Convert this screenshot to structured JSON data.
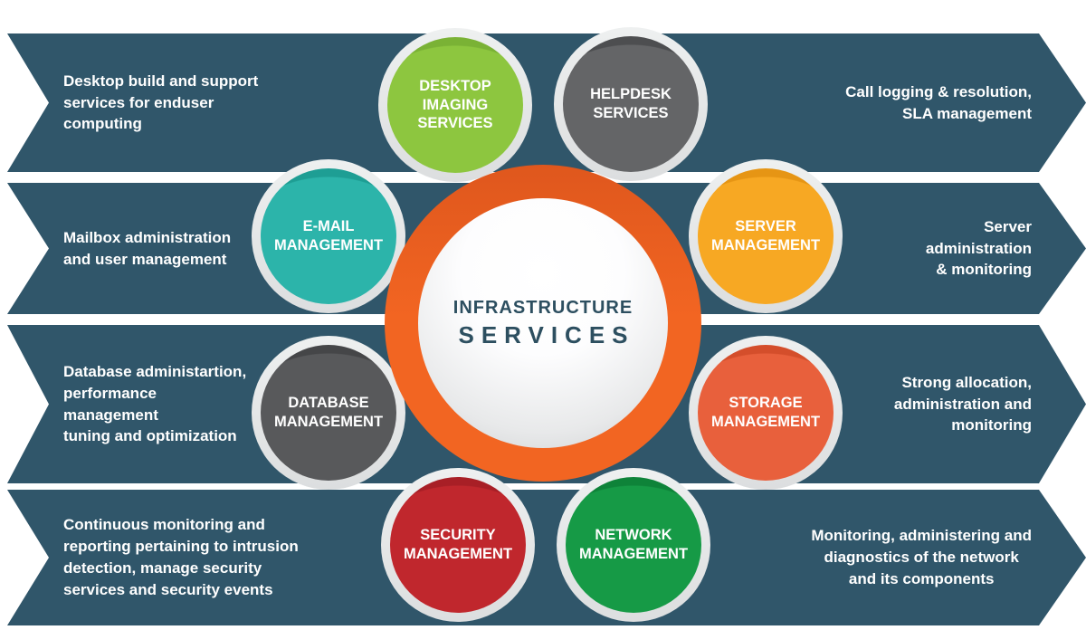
{
  "center": {
    "line1": "INFRASTRUCTURE",
    "line2": "SERVICES",
    "ring_color": "#f26522",
    "text_color": "#2d4f60"
  },
  "banner_color": "#30566a",
  "banners": [
    {
      "left_text": "Desktop build and support\nservices for enduser\ncomputing",
      "right_text": "Call logging & resolution,\nSLA management"
    },
    {
      "left_text": "Mailbox administration\nand user management",
      "right_text": "Server\nadministration\n& monitoring"
    },
    {
      "left_text": "Database administartion,\nperformance\nmanagement\ntuning and optimization",
      "right_text": "Strong allocation,\nadministration and\nmonitoring"
    },
    {
      "left_text": "Continuous monitoring and\nreporting pertaining to intrusion\ndetection, manage security\nservices and security events",
      "right_text": "Monitoring, administering and\ndiagnostics of the network\nand its components"
    }
  ],
  "circles": [
    {
      "id": "desktop-imaging",
      "label": "DESKTOP\nIMAGING\nSERVICES",
      "color": "#8dc63f",
      "color_dark": "#7ab235"
    },
    {
      "id": "helpdesk",
      "label": "HELPDESK\nSERVICES",
      "color": "#646567",
      "color_dark": "#4d4e50"
    },
    {
      "id": "email",
      "label": "E-MAIL\nMANAGEMENT",
      "color": "#2cb4aa",
      "color_dark": "#1e9e94"
    },
    {
      "id": "server",
      "label": "SERVER\nMANAGEMENT",
      "color": "#f7a823",
      "color_dark": "#e69514"
    },
    {
      "id": "database",
      "label": "DATABASE\nMANAGEMENT",
      "color": "#58595b",
      "color_dark": "#454648"
    },
    {
      "id": "storage",
      "label": "STORAGE\nMANAGEMENT",
      "color": "#e8603c",
      "color_dark": "#d44e2b"
    },
    {
      "id": "security",
      "label": "SECURITY\nMANAGEMENT",
      "color": "#c0272d",
      "color_dark": "#a81f26"
    },
    {
      "id": "network",
      "label": "NETWORK\nMANAGEMENT",
      "color": "#169a46",
      "color_dark": "#0e8339"
    }
  ]
}
